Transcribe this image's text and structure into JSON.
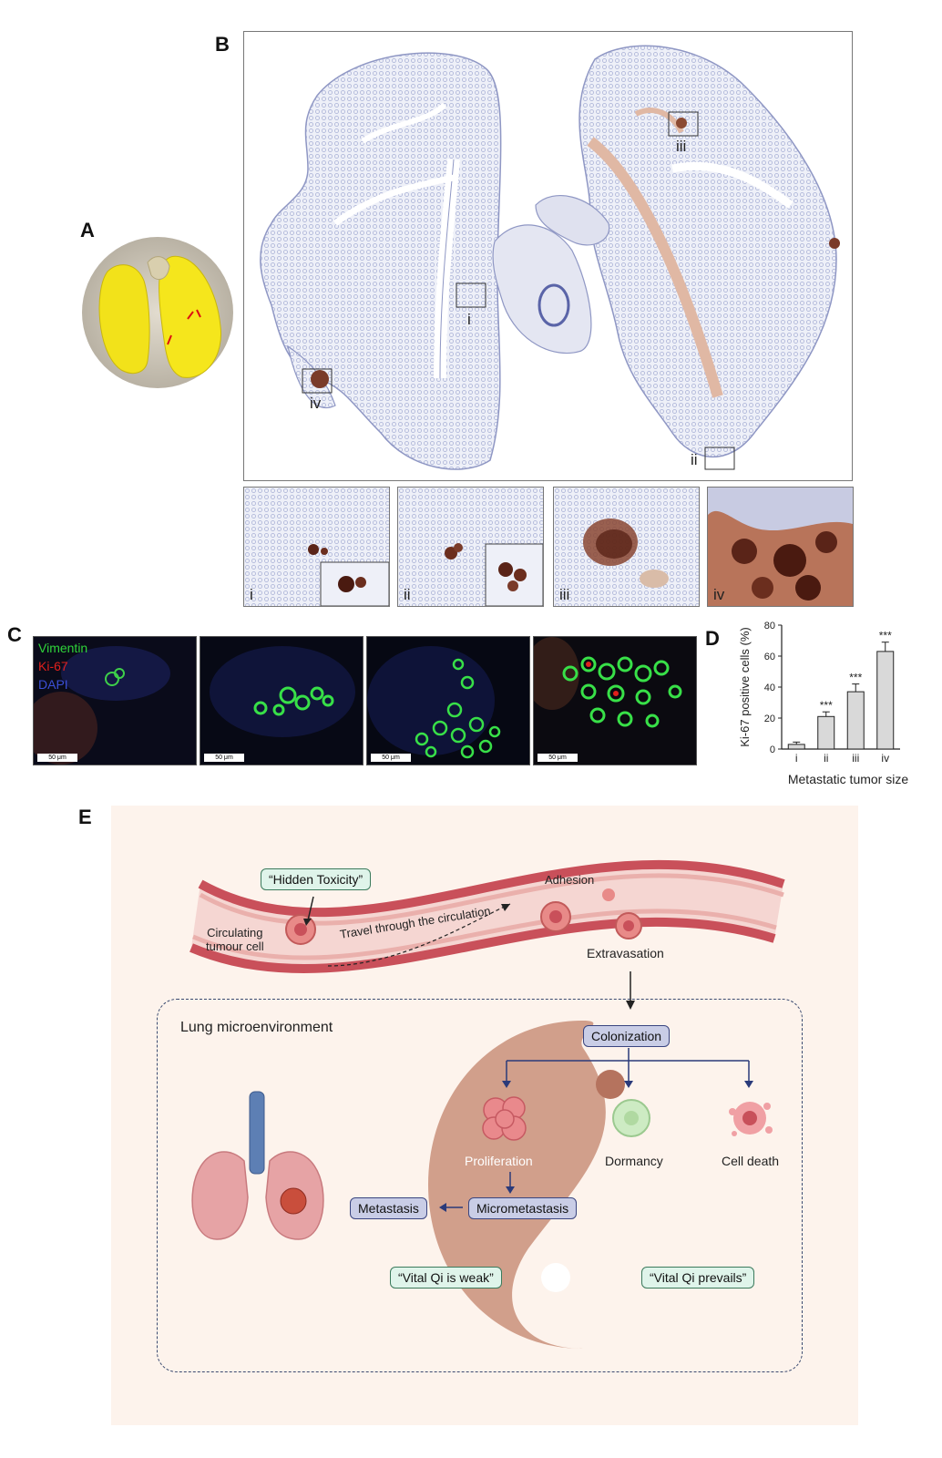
{
  "panels": {
    "a": {
      "label": "A"
    },
    "b": {
      "label": "B",
      "regions": [
        "i",
        "ii",
        "iii",
        "iv"
      ],
      "insets": [
        "i",
        "ii",
        "iii",
        "iv"
      ]
    },
    "c": {
      "label": "C",
      "legend": {
        "vimentin": "Vimentin",
        "ki67": "Ki-67",
        "dapi": "DAPI"
      },
      "scale_bar": "50 μm",
      "colors": {
        "vimentin": "#2fd43a",
        "ki67": "#e0201c",
        "dapi": "#3b4fd6"
      }
    },
    "d": {
      "label": "D"
    },
    "e": {
      "label": "E",
      "hidden_toxicity": "“Hidden Toxicity”",
      "circulating_tumour_cell": [
        "Circulating",
        "tumour cell"
      ],
      "travel": "Travel through the circulation",
      "adhesion": "Adhesion",
      "extravasation": "Extravasation",
      "lung_microenvironment": "Lung microenvironment",
      "colonization": "Colonization",
      "proliferation": "Proliferation",
      "dormancy": "Dormancy",
      "cell_death": "Cell death",
      "micrometastasis": "Micrometastasis",
      "metastasis": "Metastasis",
      "vital_qi_weak": "“Vital Qi is weak”",
      "vital_qi_prevails": "“Vital Qi prevails”"
    }
  },
  "chart_data": {
    "type": "bar",
    "categories": [
      "i",
      "ii",
      "iii",
      "iv"
    ],
    "values": [
      3,
      21,
      37,
      63
    ],
    "errors": [
      1.5,
      3,
      5,
      6
    ],
    "significance": [
      "",
      "***",
      "***",
      "***"
    ],
    "xlabel": "Metastatic tumor size",
    "ylabel": "Ki-67 positive cells (%)",
    "ylim": [
      0,
      80
    ],
    "yticks": [
      0,
      20,
      40,
      60,
      80
    ],
    "bar_color": "#d9d9d9"
  }
}
